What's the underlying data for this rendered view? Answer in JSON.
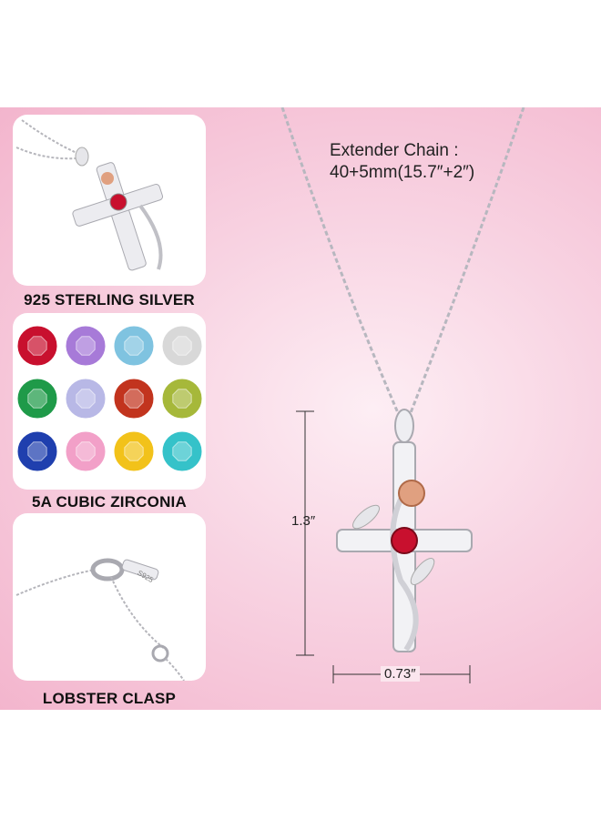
{
  "features": [
    {
      "label": "925 STERLING SILVER"
    },
    {
      "label": "5A CUBIC ZIRCONIA"
    },
    {
      "label": "LOBSTER CLASP"
    }
  ],
  "chain": {
    "line1": "Extender Chain :",
    "line2": "40+5mm(15.7″+2″)"
  },
  "dimensions": {
    "height": "1.3″",
    "width": "0.73″"
  },
  "clasp_engraving": "S925",
  "gem_colors": [
    "#c8102e",
    "#a77ad8",
    "#7fc3e0",
    "#d8d8d8",
    "#1f9a49",
    "#b8b8e6",
    "#c2341e",
    "#a6b83a",
    "#1f3fae",
    "#f2a0c8",
    "#f2c21a",
    "#35c2c9"
  ],
  "colors": {
    "rose_gold": "#e0a080",
    "ruby": "#c8102e",
    "silver": "#e8e8ec"
  }
}
